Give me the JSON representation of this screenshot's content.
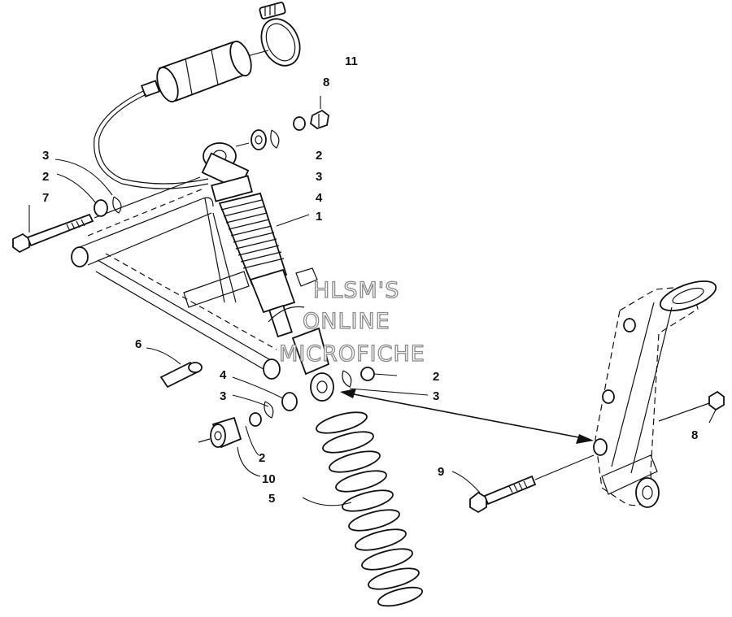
{
  "callouts": {
    "c1": "1",
    "c2a": "2",
    "c2b": "2",
    "c2c": "2",
    "c2d": "2",
    "c3a": "3",
    "c3b": "3",
    "c3c": "3",
    "c3d": "3",
    "c4a": "4",
    "c4b": "4",
    "c5": "5",
    "c6": "6",
    "c7": "7",
    "c8a": "8",
    "c8b": "8",
    "c9": "9",
    "c10": "10",
    "c11": "11"
  },
  "watermark": {
    "line1": "HLSM'S",
    "line2": "ONLINE",
    "line3": "MICROFICHE"
  },
  "colors": {
    "ink": "#111111",
    "watermark_outline": "#8a8a8a",
    "background": "#ffffff"
  }
}
